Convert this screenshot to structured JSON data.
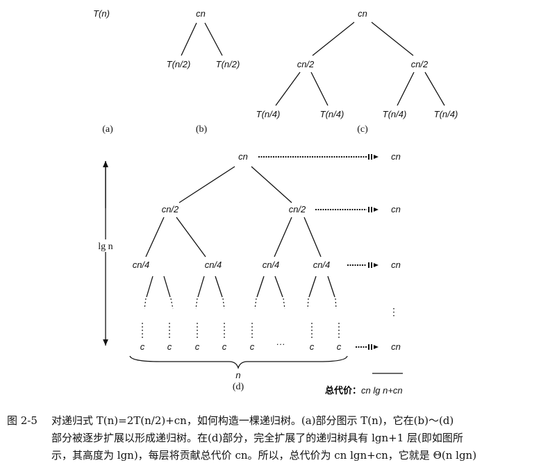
{
  "part_a": {
    "root": "T(n)",
    "label": "(a)"
  },
  "part_b": {
    "root": "cn",
    "children": [
      "T(n/2)",
      "T(n/2)"
    ],
    "label": "(b)"
  },
  "part_c": {
    "root": "cn",
    "level1": [
      "cn/2",
      "cn/2"
    ],
    "level2": [
      "T(n/4)",
      "T(n/4)",
      "T(n/4)",
      "T(n/4)"
    ],
    "label": "(c)"
  },
  "part_d": {
    "root": "cn",
    "level1": [
      "cn/2",
      "cn/2"
    ],
    "level2": [
      "cn/4",
      "cn/4",
      "cn/4",
      "cn/4"
    ],
    "leaves": [
      "c",
      "c",
      "c",
      "c",
      "c",
      "···",
      "c",
      "c"
    ],
    "height_label": "lg n",
    "leaf_count_label": "n",
    "level_costs": [
      "cn",
      "cn",
      "cn",
      "cn"
    ],
    "vertical_ellipsis": "⋮",
    "total_label": "总代价：",
    "total_value": "cn lg n+cn",
    "label": "(d)"
  },
  "caption": {
    "number": "图 2-5",
    "lines": [
      "对递归式 T(n)=2T(n/2)+cn，如何构造一棵递归树。(a)部分图示 T(n)，它在(b)～(d)",
      "部分被逐步扩展以形成递归树。在(d)部分，完全扩展了的递归树具有 lgn+1 层(即如图所",
      "示，其高度为 lgn)，每层将贡献总代价 cn。所以，总代价为 cn lgn+cn，它就是 Θ(n lgn)"
    ]
  }
}
